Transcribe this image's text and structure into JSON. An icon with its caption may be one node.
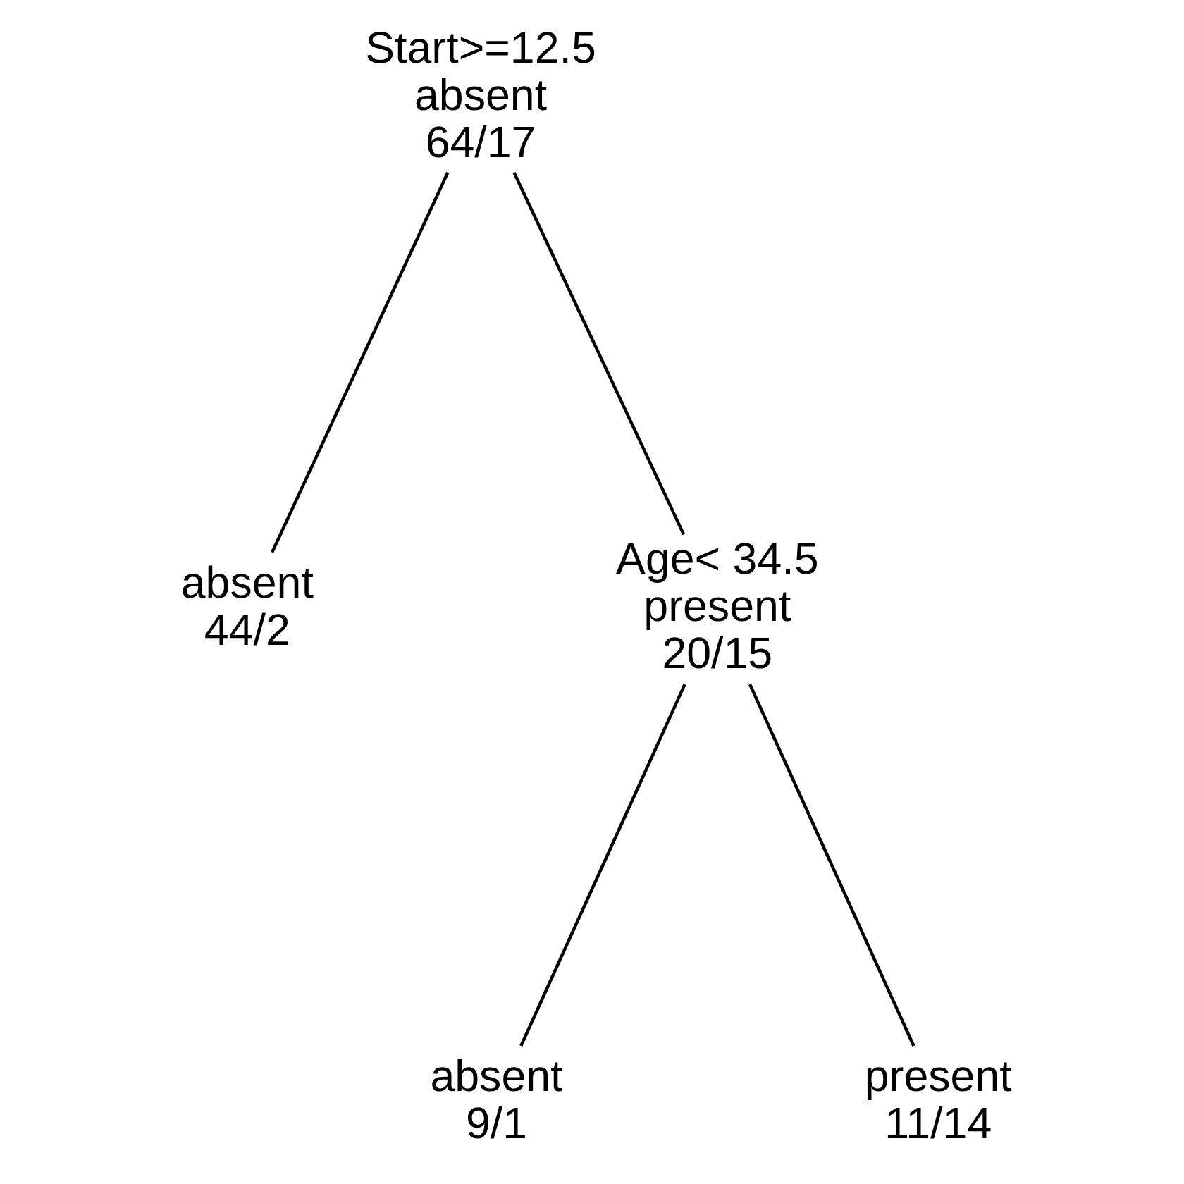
{
  "diagram": {
    "nodes": [
      {
        "text": [
          "Start>=12.5",
          "absent",
          "64/17"
        ]
      },
      {
        "text": [
          "absent",
          "44/2"
        ]
      },
      {
        "text": [
          "Age< 34.5",
          "present",
          "20/15"
        ]
      },
      {
        "text": [
          "absent",
          "9/1"
        ]
      },
      {
        "text": [
          "present",
          "11/14"
        ]
      }
    ],
    "edges": [
      {
        "from": 0,
        "to": 1,
        "arrow": "none"
      },
      {
        "from": 0,
        "to": 2,
        "arrow": "none"
      },
      {
        "from": 2,
        "to": 3,
        "arrow": "none"
      },
      {
        "from": 2,
        "to": 4,
        "arrow": "none"
      }
    ]
  }
}
